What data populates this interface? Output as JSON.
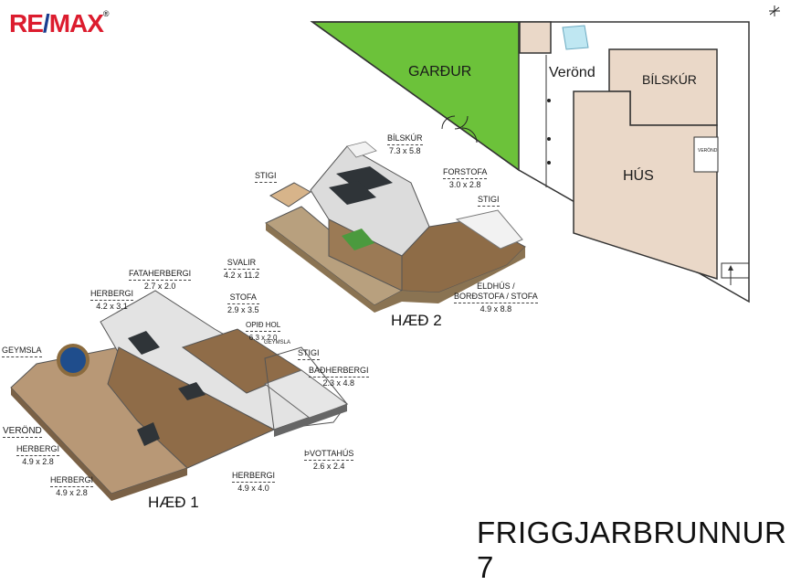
{
  "brand": {
    "re": "RE",
    "slash": "/",
    "max": "MAX",
    "reg": "®"
  },
  "site_plan": {
    "labels": {
      "gardur": "GARÐUR",
      "verond": "Verönd",
      "bilskur": "BÍLSKÚR",
      "hus": "HÚS",
      "verond_small": "VERÖND"
    },
    "colors": {
      "garden": "#6cc23a",
      "building": "#ead8c8"
    }
  },
  "floors": {
    "h2": "HÆÐ 2",
    "h1": "HÆÐ 1"
  },
  "rooms_h2": {
    "bilskur": {
      "name": "BÍLSKÚR",
      "dim": "7.3 x 5.8"
    },
    "stigi_left": {
      "name": "STIGI"
    },
    "forstofa": {
      "name": "FORSTOFA",
      "dim": "3.0 x 2.8"
    },
    "stigi_right": {
      "name": "STIGI"
    },
    "svalir": {
      "name": "SVALIR",
      "dim": "4.2 x 11.2"
    },
    "eldhus": {
      "name1": "ELDHÚS /",
      "name2": "BORÐSTOFA / STOFA",
      "dim": "4.9 x 8.8"
    }
  },
  "rooms_h1": {
    "fataherbergi": {
      "name": "FATAHERBERGI",
      "dim": "2.7 x 2.0"
    },
    "herbergi_top": {
      "name": "HERBERGI",
      "dim": "4.2 x 3.1"
    },
    "stofa": {
      "name": "STOFA",
      "dim": "2.9 x 3.5"
    },
    "opid_hol": {
      "name": "OPIÐ HOL",
      "dim": "6.3 x 2.0"
    },
    "geymsla_small": {
      "name": "GEYMSLA"
    },
    "stigi": {
      "name": "STIGI"
    },
    "badherbergi": {
      "name": "BAÐHERBERGI",
      "dim": "2.3 x 4.8"
    },
    "geymsla": {
      "name": "GEYMSLA"
    },
    "verond": {
      "name": "VERÖND"
    },
    "herbergi_a": {
      "name": "HERBERGI",
      "dim": "4.9 x 2.8"
    },
    "herbergi_b": {
      "name": "HERBERGI",
      "dim": "4.9 x 2.8"
    },
    "herbergi_c": {
      "name": "HERBERGI",
      "dim": "4.9 x 4.0"
    },
    "thvottahus": {
      "name": "ÞVOTTAHÚS",
      "dim": "2.6 x 2.4"
    }
  },
  "address": "FRIGGJARBRUNNUR 7"
}
